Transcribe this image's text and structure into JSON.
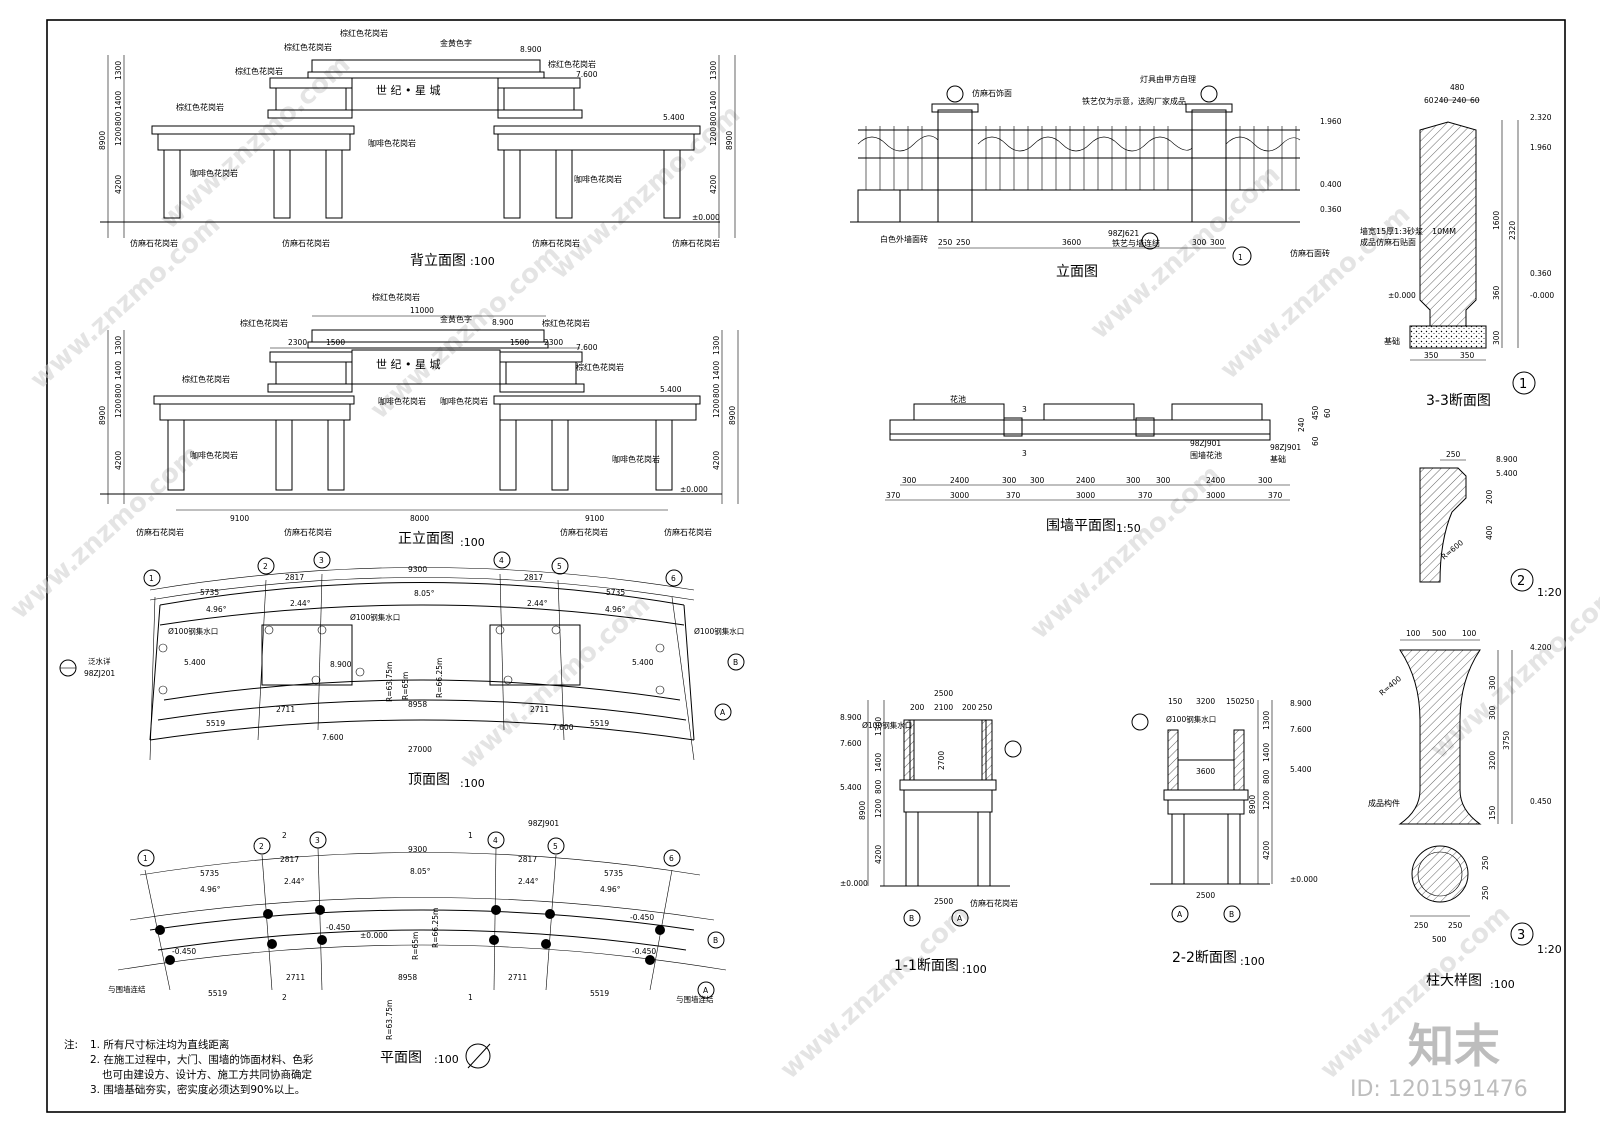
{
  "sheet": {
    "watermark_text": "www.znzmo.com",
    "brand_logo_text": "知末",
    "id_text": "ID: 1201591476"
  },
  "views": {
    "back_elevation": {
      "title": "背立面图",
      "scale": ":100",
      "sign_text": "世 纪 • 星 城",
      "labels": [
        "棕红色花岗岩",
        "金黄色字",
        "棕红色花岗岩",
        "棕红色花岗岩",
        "棕红色花岗岩",
        "棕红色花岗岩",
        "咖啡色花岗岩",
        "咖啡色花岗岩",
        "咖啡色花岗岩",
        "仿麻石花岗岩",
        "仿麻石花岗岩",
        "仿麻石花岗岩",
        "仿麻石花岗岩"
      ],
      "elevations": [
        "8.900",
        "7.600",
        "5.400",
        "±0.000"
      ],
      "dims_left": [
        "1300",
        "1400",
        "800",
        "1200",
        "4200",
        "8900"
      ]
    },
    "front_elevation": {
      "title": "正立面图",
      "scale": ":100",
      "sign_text": "世 纪 • 星 城",
      "labels": [
        "棕红色花岗岩",
        "棕红色花岗岩",
        "金黄色字",
        "棕红色花岗岩",
        "棕红色花岗岩",
        "棕红色花岗岩",
        "咖啡色花岗岩",
        "咖啡色花岗岩",
        "咖啡色花岗岩",
        "咖啡色花岗岩",
        "仿麻石花岗岩",
        "仿麻石花岗岩",
        "仿麻石花岗岩",
        "仿麻石花岗岩"
      ],
      "elevations": [
        "8.900",
        "7.600",
        "5.400",
        "±0.000"
      ],
      "dims_top": [
        "11000",
        "2300",
        "1500",
        "1500",
        "2300"
      ],
      "dims_bottom": [
        "9100",
        "8000",
        "9100"
      ],
      "dims_left": [
        "1300",
        "1400",
        "800",
        "1200",
        "4200",
        "8900"
      ]
    },
    "roof_plan": {
      "title": "顶面图",
      "scale": ":100",
      "axes": [
        "1",
        "2",
        "3",
        "4",
        "5",
        "6"
      ],
      "dims_top": [
        "5735",
        "2817",
        "9300",
        "2817",
        "5735"
      ],
      "angles": [
        "4.96°",
        "2.44°",
        "8.05°",
        "2.44°",
        "4.96°"
      ],
      "dims_bottom": [
        "5519",
        "2711",
        "8958",
        "2711",
        "5519"
      ],
      "total": "27000",
      "radii": [
        "R=63.75m",
        "R=65m",
        "R=66.25m"
      ],
      "elevations": [
        "5.400",
        "8.900",
        "7.600",
        "5.400",
        "7.600"
      ],
      "drain_note": "Ø100钢集水口",
      "ref": "98ZJ201",
      "ref_note": "泛水详",
      "axis_rows": [
        "B",
        "A"
      ]
    },
    "plan": {
      "title": "平面图",
      "scale": ":100",
      "axes": [
        "1",
        "2",
        "3",
        "4",
        "5",
        "6"
      ],
      "dims_top": [
        "5735",
        "2817",
        "9300",
        "2817",
        "5735"
      ],
      "angles": [
        "4.96°",
        "2.44°",
        "8.05°",
        "2.44°",
        "4.96°"
      ],
      "dims_bottom": [
        "5519",
        "2711",
        "8958",
        "2711",
        "5519"
      ],
      "radii": [
        "R=63.75m",
        "R=65m",
        "R=66.25m"
      ],
      "elevations": [
        "-0.450",
        "±0.000",
        "-0.450"
      ],
      "ref": "98ZJ901",
      "side_note": "与围墙连结",
      "section_marks": [
        "2",
        "1",
        "2",
        "1"
      ],
      "axis_rows": [
        "B",
        "A"
      ]
    },
    "fence_elevation": {
      "title": "立面图",
      "labels": [
        "仿麻石饰面",
        "灯具由甲方自理",
        "铁艺仅为示意，选购厂家成品",
        "白色外墙面砖",
        "铁艺与墙连结",
        "仿麻石面砖"
      ],
      "elevations": [
        "1.960",
        "0.400",
        "0.360"
      ],
      "dims": [
        "250",
        "250",
        "3600",
        "300",
        "300"
      ],
      "ref": "98ZJ621"
    },
    "fence_plan": {
      "title": "围墙平面图",
      "scale": "1:50",
      "labels": [
        "花池",
        "围墙花池",
        "基础"
      ],
      "dims_top": [
        "300",
        "2400",
        "300",
        "300",
        "2400",
        "300",
        "300",
        "2400",
        "300"
      ],
      "dims_bottom": [
        "370",
        "3000",
        "370",
        "3000",
        "370",
        "3000",
        "370"
      ],
      "dims_right": [
        "240",
        "450",
        "60",
        "60"
      ],
      "ref1": "98ZJ901",
      "ref2": "98ZJ901",
      "section": "3"
    },
    "section_33": {
      "title": "3-3断面图",
      "mark": "1",
      "top_dims": [
        "480",
        "60",
        "240",
        "240",
        "60"
      ],
      "elevations": [
        "2.320",
        "1.960",
        "0.360",
        "±0.000",
        "-0.000"
      ],
      "right_dims": [
        "1600",
        "2320",
        "360",
        "300"
      ],
      "bottom_dims": [
        "350",
        "350"
      ],
      "labels": [
        "墙宽15厚1:3砂浆",
        "10MM",
        "成品仿麻石贴面",
        "基础"
      ]
    },
    "detail_2": {
      "mark": "2",
      "scale": "1:20",
      "elevations": [
        "8.900",
        "5.400"
      ],
      "dims": [
        "250",
        "200",
        "400"
      ],
      "radius": "R=600"
    },
    "column_detail": {
      "title": "柱大样图",
      "scale": ":100",
      "mark": "3",
      "mark_scale": "1:20",
      "top_dims": [
        "100",
        "500",
        "100"
      ],
      "elevations": [
        "4.200",
        "0.450"
      ],
      "right_dims": [
        "300",
        "300",
        "3750",
        "3200",
        "150"
      ],
      "radius": "R=400",
      "label": "成品构件",
      "circle_dims": [
        "250",
        "250",
        "500",
        "250",
        "250"
      ]
    },
    "section_11": {
      "title": "1-1断面图",
      "scale": ":100",
      "dims": [
        "2500",
        "200",
        "2100",
        "200",
        "250",
        "2700",
        "2500"
      ],
      "elevations": [
        "8.900",
        "7.600",
        "5.400",
        "±0.000"
      ],
      "left_dims": [
        "1300",
        "1400",
        "800",
        "1200",
        "4200",
        "8900"
      ],
      "labels": [
        "Ø100钢集水口",
        "仿麻石花岗岩"
      ],
      "axes": [
        "B",
        "A"
      ]
    },
    "section_22": {
      "title": "2-2断面图",
      "scale": ":100",
      "dims": [
        "150",
        "3200",
        "150",
        "250",
        "3600",
        "2500"
      ],
      "elevations": [
        "8.900",
        "7.600",
        "5.400",
        "±0.000"
      ],
      "right_dims": [
        "1300",
        "1400",
        "800",
        "1200",
        "4200",
        "8900"
      ],
      "labels": [
        "Ø100钢集水口"
      ],
      "axes": [
        "A",
        "B"
      ]
    }
  },
  "notes": {
    "prefix": "注:",
    "lines": [
      "1. 所有尺寸标注均为直线距离",
      "2. 在施工过程中，大门、围墙的饰面材料、色彩",
      "也可由建设方、设计方、施工方共同协商确定",
      "3. 围墙基础夯实，密实度必须达到90%以上。"
    ]
  }
}
